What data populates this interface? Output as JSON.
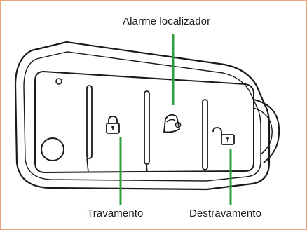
{
  "labels": {
    "top": "Alarme localizador",
    "left": "Travamento",
    "right": "Destravamento"
  },
  "colors": {
    "frame_border": "#e8a27c",
    "callout_line": "#2e9e3e",
    "outline": "#1a1a1a"
  },
  "icons": {
    "left_button": "lock-closed-icon",
    "middle_button": "bell-icon",
    "right_button": "lock-open-icon"
  }
}
